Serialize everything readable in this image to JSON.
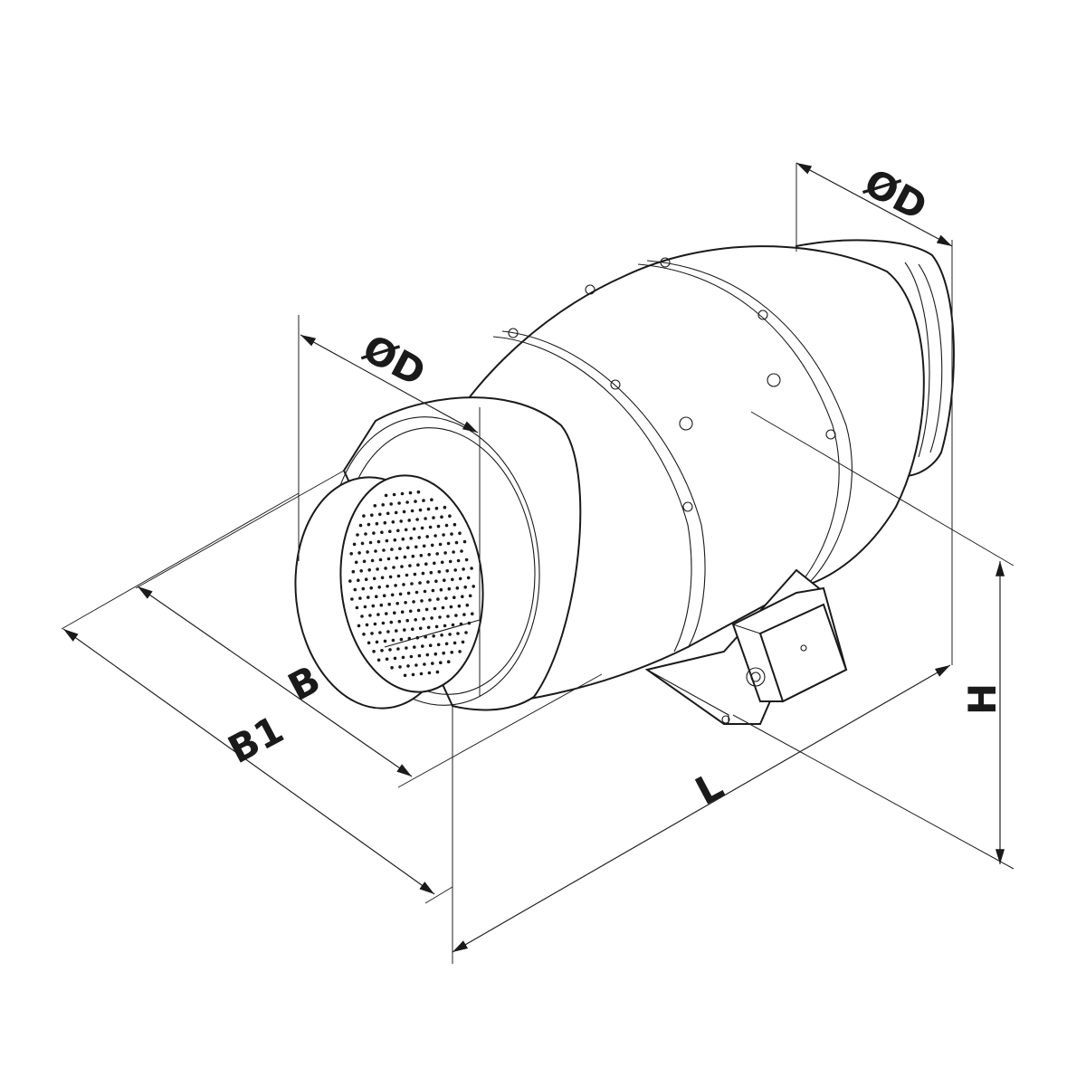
{
  "labels": {
    "diameter_inlet": "ØD",
    "diameter_outlet": "ØD",
    "width": "B",
    "width_total": "B1",
    "length": "L",
    "height": "H"
  },
  "colors": {
    "line": "#1a1a1a",
    "background": "#ffffff"
  }
}
